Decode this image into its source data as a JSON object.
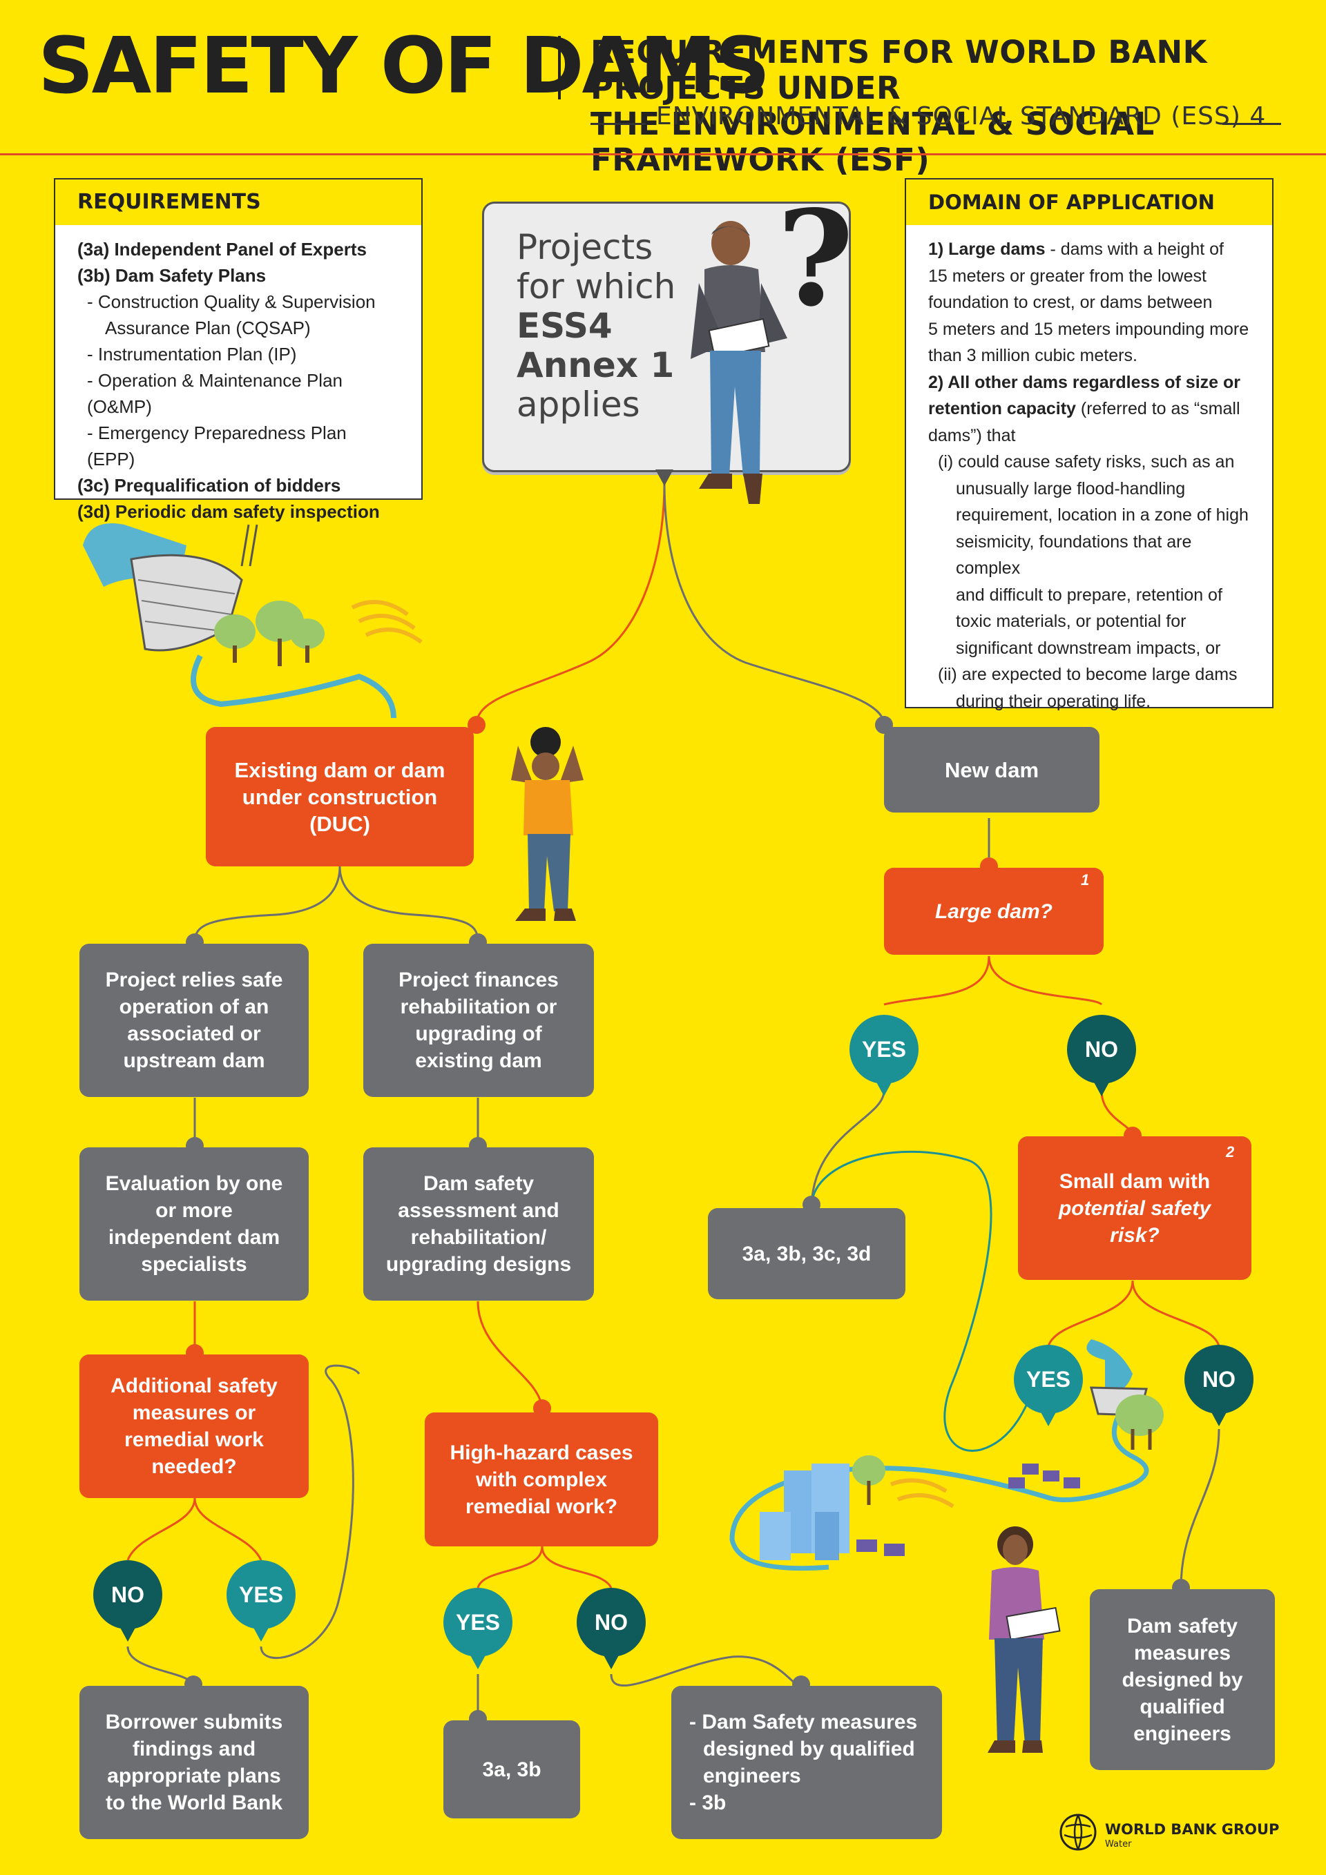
{
  "header": {
    "title": "SAFETY OF DAMS",
    "subtitle_line1": "REQUIREMENTS FOR WORLD BANK PROJECTS UNDER",
    "subtitle_line2": "THE ENVIRONMENTAL & SOCIAL FRAMEWORK (ESF)",
    "standard": "ENVIRONMENTAL & SOCIAL STANDARD (ESS) 4"
  },
  "requirements": {
    "heading": "REQUIREMENTS",
    "items": [
      "(3a) Independent Panel of Experts",
      "(3b) Dam Safety Plans",
      "- Construction Quality & Supervision",
      "Assurance Plan (CQSAP)",
      "- Instrumentation Plan (IP)",
      "- Operation & Maintenance Plan (O&MP)",
      "- Emergency Preparedness Plan (EPP)",
      "(3c) Prequalification of bidders",
      "(3d) Periodic dam safety inspection"
    ]
  },
  "projects_box": {
    "line1": "Projects",
    "line2": "for which",
    "line3": "ESS4",
    "line4": "Annex 1",
    "line5": "applies",
    "question_mark": "?"
  },
  "domain": {
    "heading": "DOMAIN OF APPLICATION",
    "large_label": "1) Large dams",
    "large_text1": " - dams with a height of",
    "large_text2": "15 meters or greater from the lowest",
    "large_text3": "foundation to crest, or dams between",
    "large_text4": "5 meters and 15 meters impounding more",
    "large_text5": "than 3 million cubic meters.",
    "other_label1": "2) All other dams regardless of size or",
    "other_label2": "retention capacity",
    "other_text1": " (referred to as “small",
    "other_text2": "dams”) that",
    "i1": "(i) could cause safety risks, such as an",
    "i2": "unusually large flood-handling",
    "i3": "requirement, location in a zone of high",
    "i4": "seismicity, foundations that are complex",
    "i5": "and difficult to prepare, retention of",
    "i6": "toxic materials, or potential for",
    "i7": "significant downstream impacts, or",
    "ii1": "(ii) are expected to become large dams",
    "ii2": "during their operating life."
  },
  "flow": {
    "existing": "Existing dam or dam under construction (DUC)",
    "new": "New dam",
    "relies": "Project relies safe operation of an associated or upstream dam",
    "finances": "Project finances rehabilitation or upgrading of existing dam",
    "evaluation": "Evaluation by one or more independent dam specialists",
    "assessment": "Dam safety assessment and rehabilitation/ upgrading designs",
    "additional": "Additional safety measures or remedial work needed?",
    "high_hazard": "High-hazard cases with complex remedial work?",
    "borrower": "Borrower submits findings and appropriate plans to the World Bank",
    "r3a3b": "3a, 3b",
    "dsm_line1": "- Dam Safety measures",
    "dsm_line2": "designed by qualified",
    "dsm_line3": "engineers",
    "dsm_line4": "- 3b",
    "large_dam": "Large dam?",
    "large_sup": "1",
    "r_all": "3a, 3b, 3c, 3d",
    "small_line1": "Small dam with",
    "small_line2": "potential safety",
    "small_line3": "risk?",
    "small_sup": "2",
    "designed": "Dam safety measures designed by qualified engineers",
    "yes": "YES",
    "no": "NO"
  },
  "footer": {
    "org": "WORLD BANK GROUP",
    "unit": "Water"
  },
  "colors": {
    "yellow": "#ffe600",
    "orange": "#e9501e",
    "grey": "#6d6e71",
    "teal": "#1b9196",
    "dark_teal": "#0f5a5b"
  }
}
